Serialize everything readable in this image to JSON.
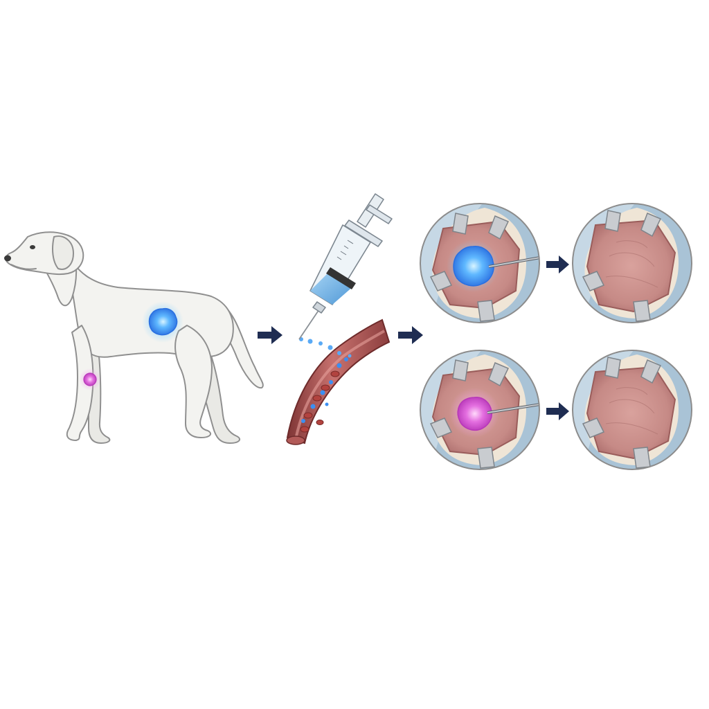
{
  "figure": {
    "panels": [
      {
        "id": "dog",
        "icon": "dog-icon",
        "has_tumors": 2
      },
      {
        "id": "injection",
        "icon": "syringe-icon"
      },
      {
        "id": "surgery_blue_before",
        "icon": "surgical-field-icon",
        "tumor_present": true
      },
      {
        "id": "surgery_blue_after",
        "icon": "surgical-field-icon",
        "tumor_present": false
      },
      {
        "id": "surgery_pink_before",
        "icon": "surgical-field-icon",
        "tumor_present": true
      },
      {
        "id": "surgery_pink_after",
        "icon": "surgical-field-icon",
        "tumor_present": false
      }
    ],
    "arrows": 4
  },
  "colors": {
    "background": "#ffffff",
    "dog_fur": "#f3f3f0",
    "outline": "#8a8a8a",
    "tumor_blue": "#3b8ff2",
    "tumor_blue_glow": "#7ed0ff",
    "tumor_pink": "#d84fd6",
    "tumor_pink_glow": "#f2a6ee",
    "arrow": "#1f2d52",
    "vessel_outer": "#9c4a4a",
    "vessel_inner": "#d88a86",
    "syringe_fluid": "#6fb3e6",
    "tissue": "#c98f8c",
    "drape": "#a9c3d6",
    "retractor": "#c9ccd0"
  }
}
